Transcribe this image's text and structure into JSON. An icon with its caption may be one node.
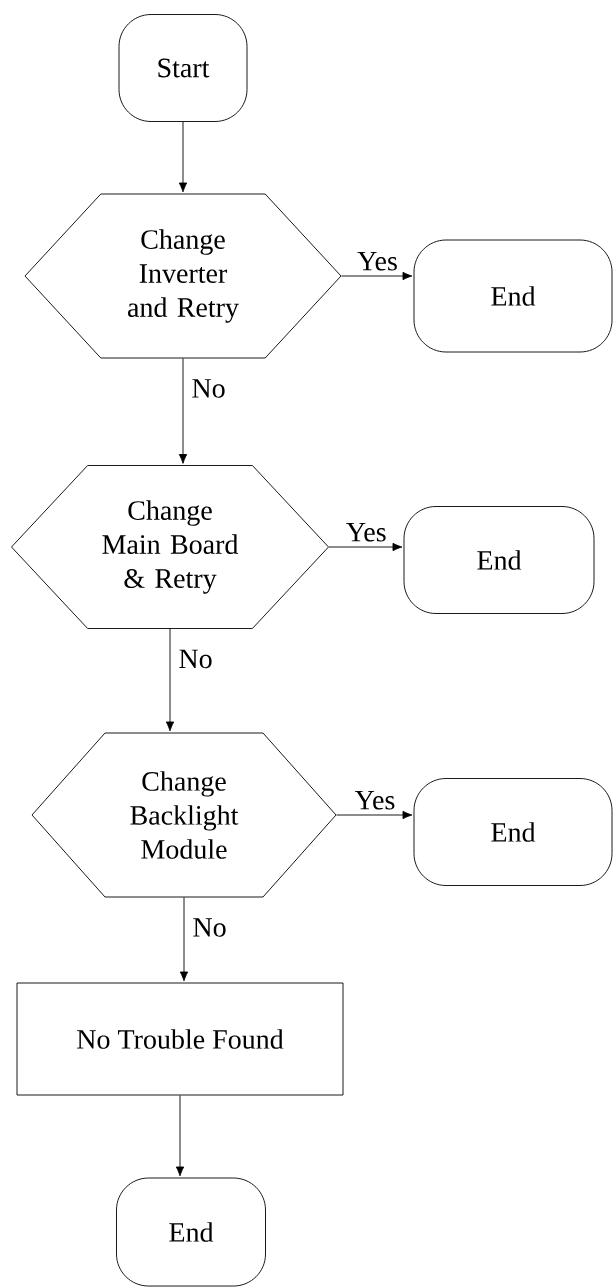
{
  "diagram": {
    "nodes": [
      {
        "text": [
          "Start"
        ]
      },
      {
        "text": [
          "Change Inverter and Retry"
        ]
      },
      {
        "text": [
          "End"
        ]
      },
      {
        "text": [
          "Change Main Board & Retry"
        ]
      },
      {
        "text": [
          "End"
        ]
      },
      {
        "text": [
          "Change Backlight Module"
        ]
      },
      {
        "text": [
          "End"
        ]
      },
      {
        "text": [
          "No Trouble Found"
        ]
      },
      {
        "text": [
          "End"
        ]
      }
    ],
    "edges": [
      {
        "from": 0,
        "to": 1,
        "arrow": "to"
      },
      {
        "from": 1,
        "to": 2,
        "arrow": "to",
        "label": "Yes"
      },
      {
        "from": 1,
        "to": 3,
        "arrow": "to",
        "label": "No"
      },
      {
        "from": 3,
        "to": 4,
        "arrow": "to",
        "label": "Yes"
      },
      {
        "from": 3,
        "to": 5,
        "arrow": "to",
        "label": "No"
      },
      {
        "from": 5,
        "to": 6,
        "arrow": "to",
        "label": "Yes"
      },
      {
        "from": 5,
        "to": 7,
        "arrow": "to",
        "label": "No"
      },
      {
        "from": 7,
        "to": 8,
        "arrow": "to"
      }
    ]
  }
}
